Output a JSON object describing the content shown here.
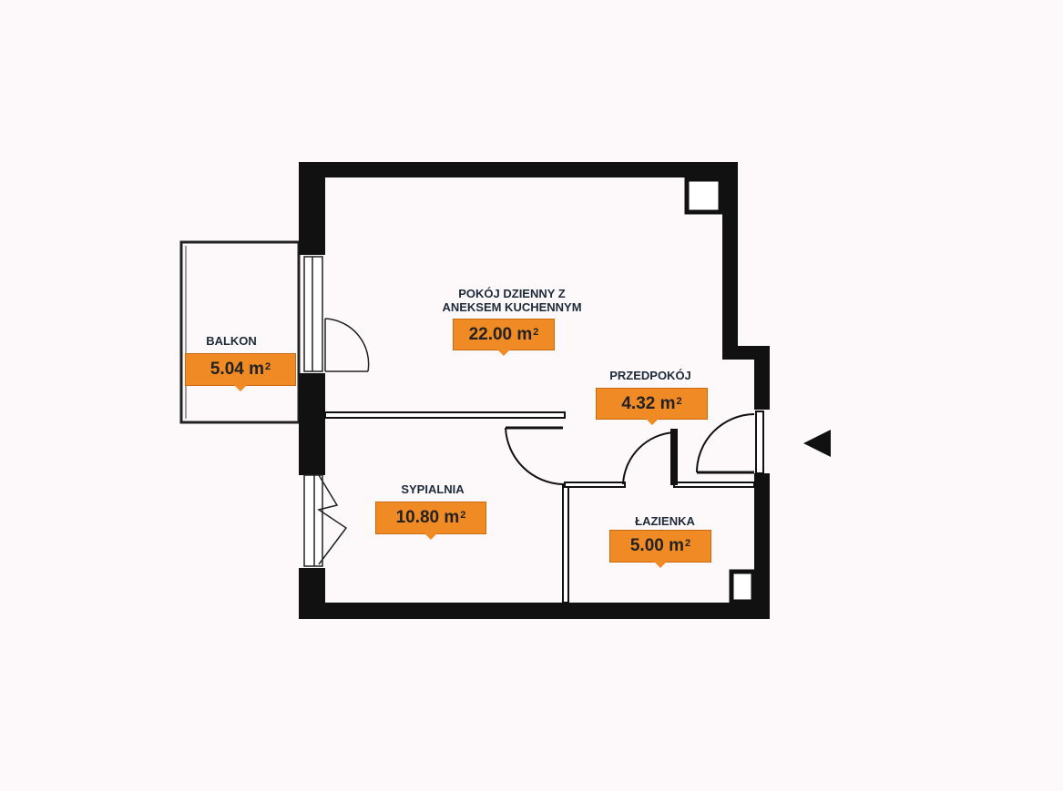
{
  "rooms": [
    {
      "id": "living",
      "name_line1": "POKÓJ DZIENNY Z",
      "name_line2": "ANEKSEM KUCHENNYM",
      "area": "22.00",
      "unit": "m",
      "unit_exp": "2"
    },
    {
      "id": "hall",
      "name": "PRZEDPOKÓJ",
      "area": "4.32",
      "unit": "m",
      "unit_exp": "2"
    },
    {
      "id": "balcony",
      "name": "BALKON",
      "area": "5.04",
      "unit": "m",
      "unit_exp": "2"
    },
    {
      "id": "bedroom",
      "name": "SYPIALNIA",
      "area": "10.80",
      "unit": "m",
      "unit_exp": "2"
    },
    {
      "id": "bathroom",
      "name": "ŁAZIENKA",
      "area": "5.00",
      "unit": "m",
      "unit_exp": "2"
    }
  ],
  "colors": {
    "wall": "#111111",
    "area_badge": "#f08a24",
    "label": "#1d2a3a"
  }
}
